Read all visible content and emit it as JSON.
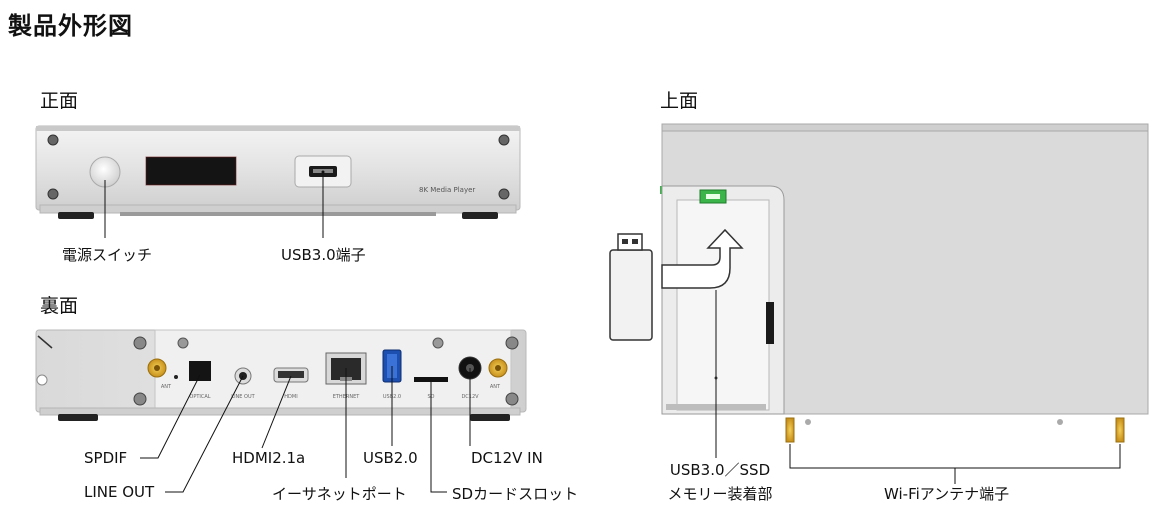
{
  "page": {
    "title": "製品外形図"
  },
  "front": {
    "heading": "正面",
    "device_text": "8K Media Player",
    "callouts": {
      "power": "電源スイッチ",
      "usb3": "USB3.0端子"
    }
  },
  "rear": {
    "heading": "裏面",
    "ports": {
      "ant": "ANT",
      "optical": "OPTICAL",
      "lineout": "LINE OUT",
      "hdmi": "HDMI",
      "ethernet": "ETHERNET",
      "usb": "USB2.0",
      "sd": "SD",
      "dc": "DC12V",
      "ant2": "ANT"
    },
    "callouts": {
      "spdif": "SPDIF",
      "lineout": "LINE OUT",
      "hdmi": "HDMI2.1a",
      "ethernet": "イーサネットポート",
      "usb2": "USB2.0",
      "sd": "SDカードスロット",
      "dc": "DC12V IN"
    }
  },
  "top": {
    "heading": "上面",
    "callouts": {
      "usb_ssd_line1": "USB3.0／SSD",
      "usb_ssd_line2": "メモリー装着部",
      "wifi": "Wi-Fiアンテナ端子"
    }
  }
}
